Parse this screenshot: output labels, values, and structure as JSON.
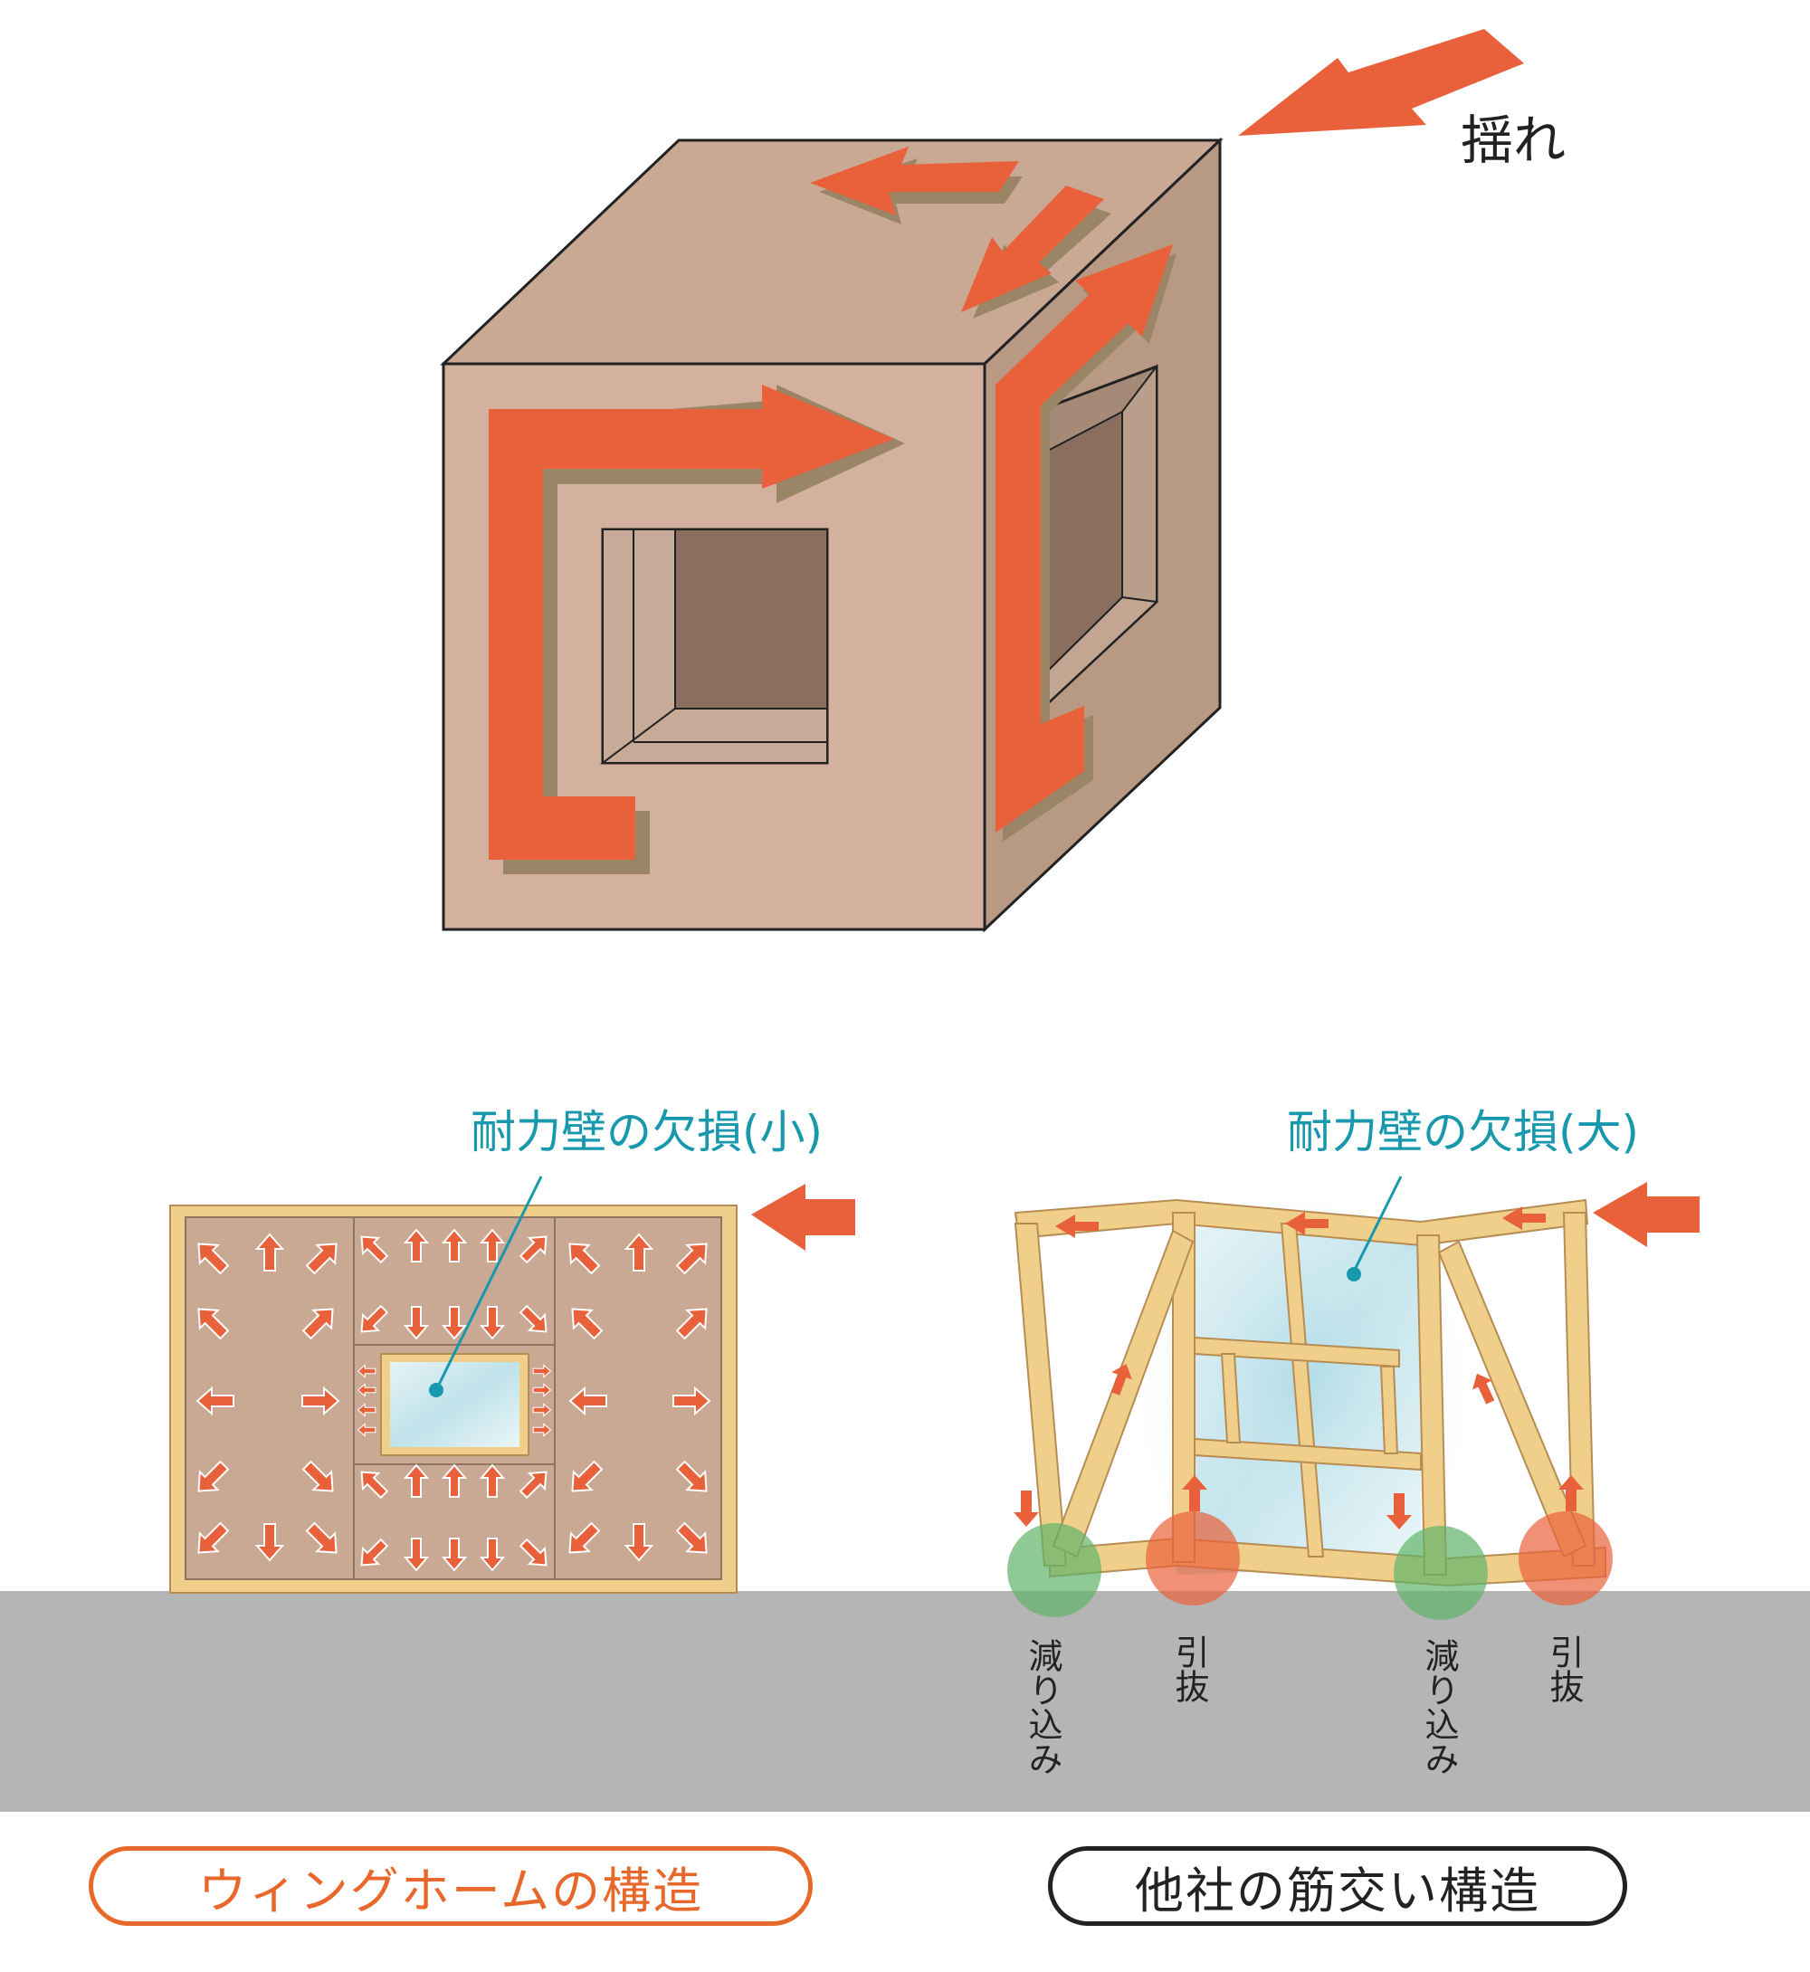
{
  "labels": {
    "shake": "揺れ",
    "callout_small": "耐力壁の欠損(小)",
    "callout_large": "耐力壁の欠損(大)",
    "sink_1": "減り込み",
    "pull_1": "引抜",
    "sink_2": "減り込み",
    "pull_2": "引抜"
  },
  "captions": {
    "left": "ウィングホームの構造",
    "right": "他社の筋交い構造"
  },
  "colors": {
    "arrow": "#e9613a",
    "wall": "#c9a894",
    "wood": "#f0cf8a",
    "ground": "#b5b5b5",
    "callout": "#1798ad",
    "caption_left": "#e8672b",
    "caption_right": "#222222",
    "sink_marker": "#5fb36a",
    "pull_marker": "#e9613a"
  }
}
